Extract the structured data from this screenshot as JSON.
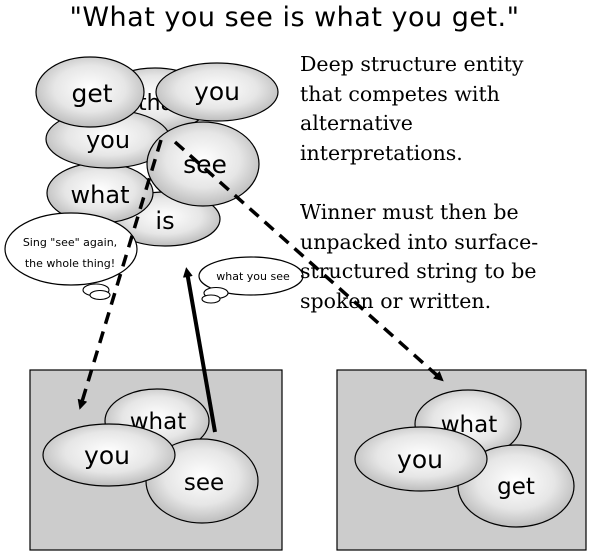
{
  "title": "\"What you see is what you get.\"",
  "description": {
    "para1": [
      "Deep structure entity",
      "that competes with",
      "alternative",
      "interpretations."
    ],
    "para2": [
      "Winner must then be",
      "unpacked into surface-",
      "structured string to be",
      "spoken or written."
    ]
  },
  "cluster_words": {
    "hidden_top": "tha",
    "get": "get",
    "you_top": "you",
    "you_mid": "you",
    "see": "see",
    "what": "what",
    "is": "is"
  },
  "bubbles": {
    "left_line1": "Sing \"see\" again,",
    "left_line2": "the whole thing!",
    "right": "what you see"
  },
  "box_left": {
    "what": "what",
    "you": "you",
    "see": "see"
  },
  "box_right": {
    "what": "what",
    "you": "you",
    "get": "get"
  },
  "colors": {
    "panel": "#cccccc",
    "ink": "#000000"
  }
}
